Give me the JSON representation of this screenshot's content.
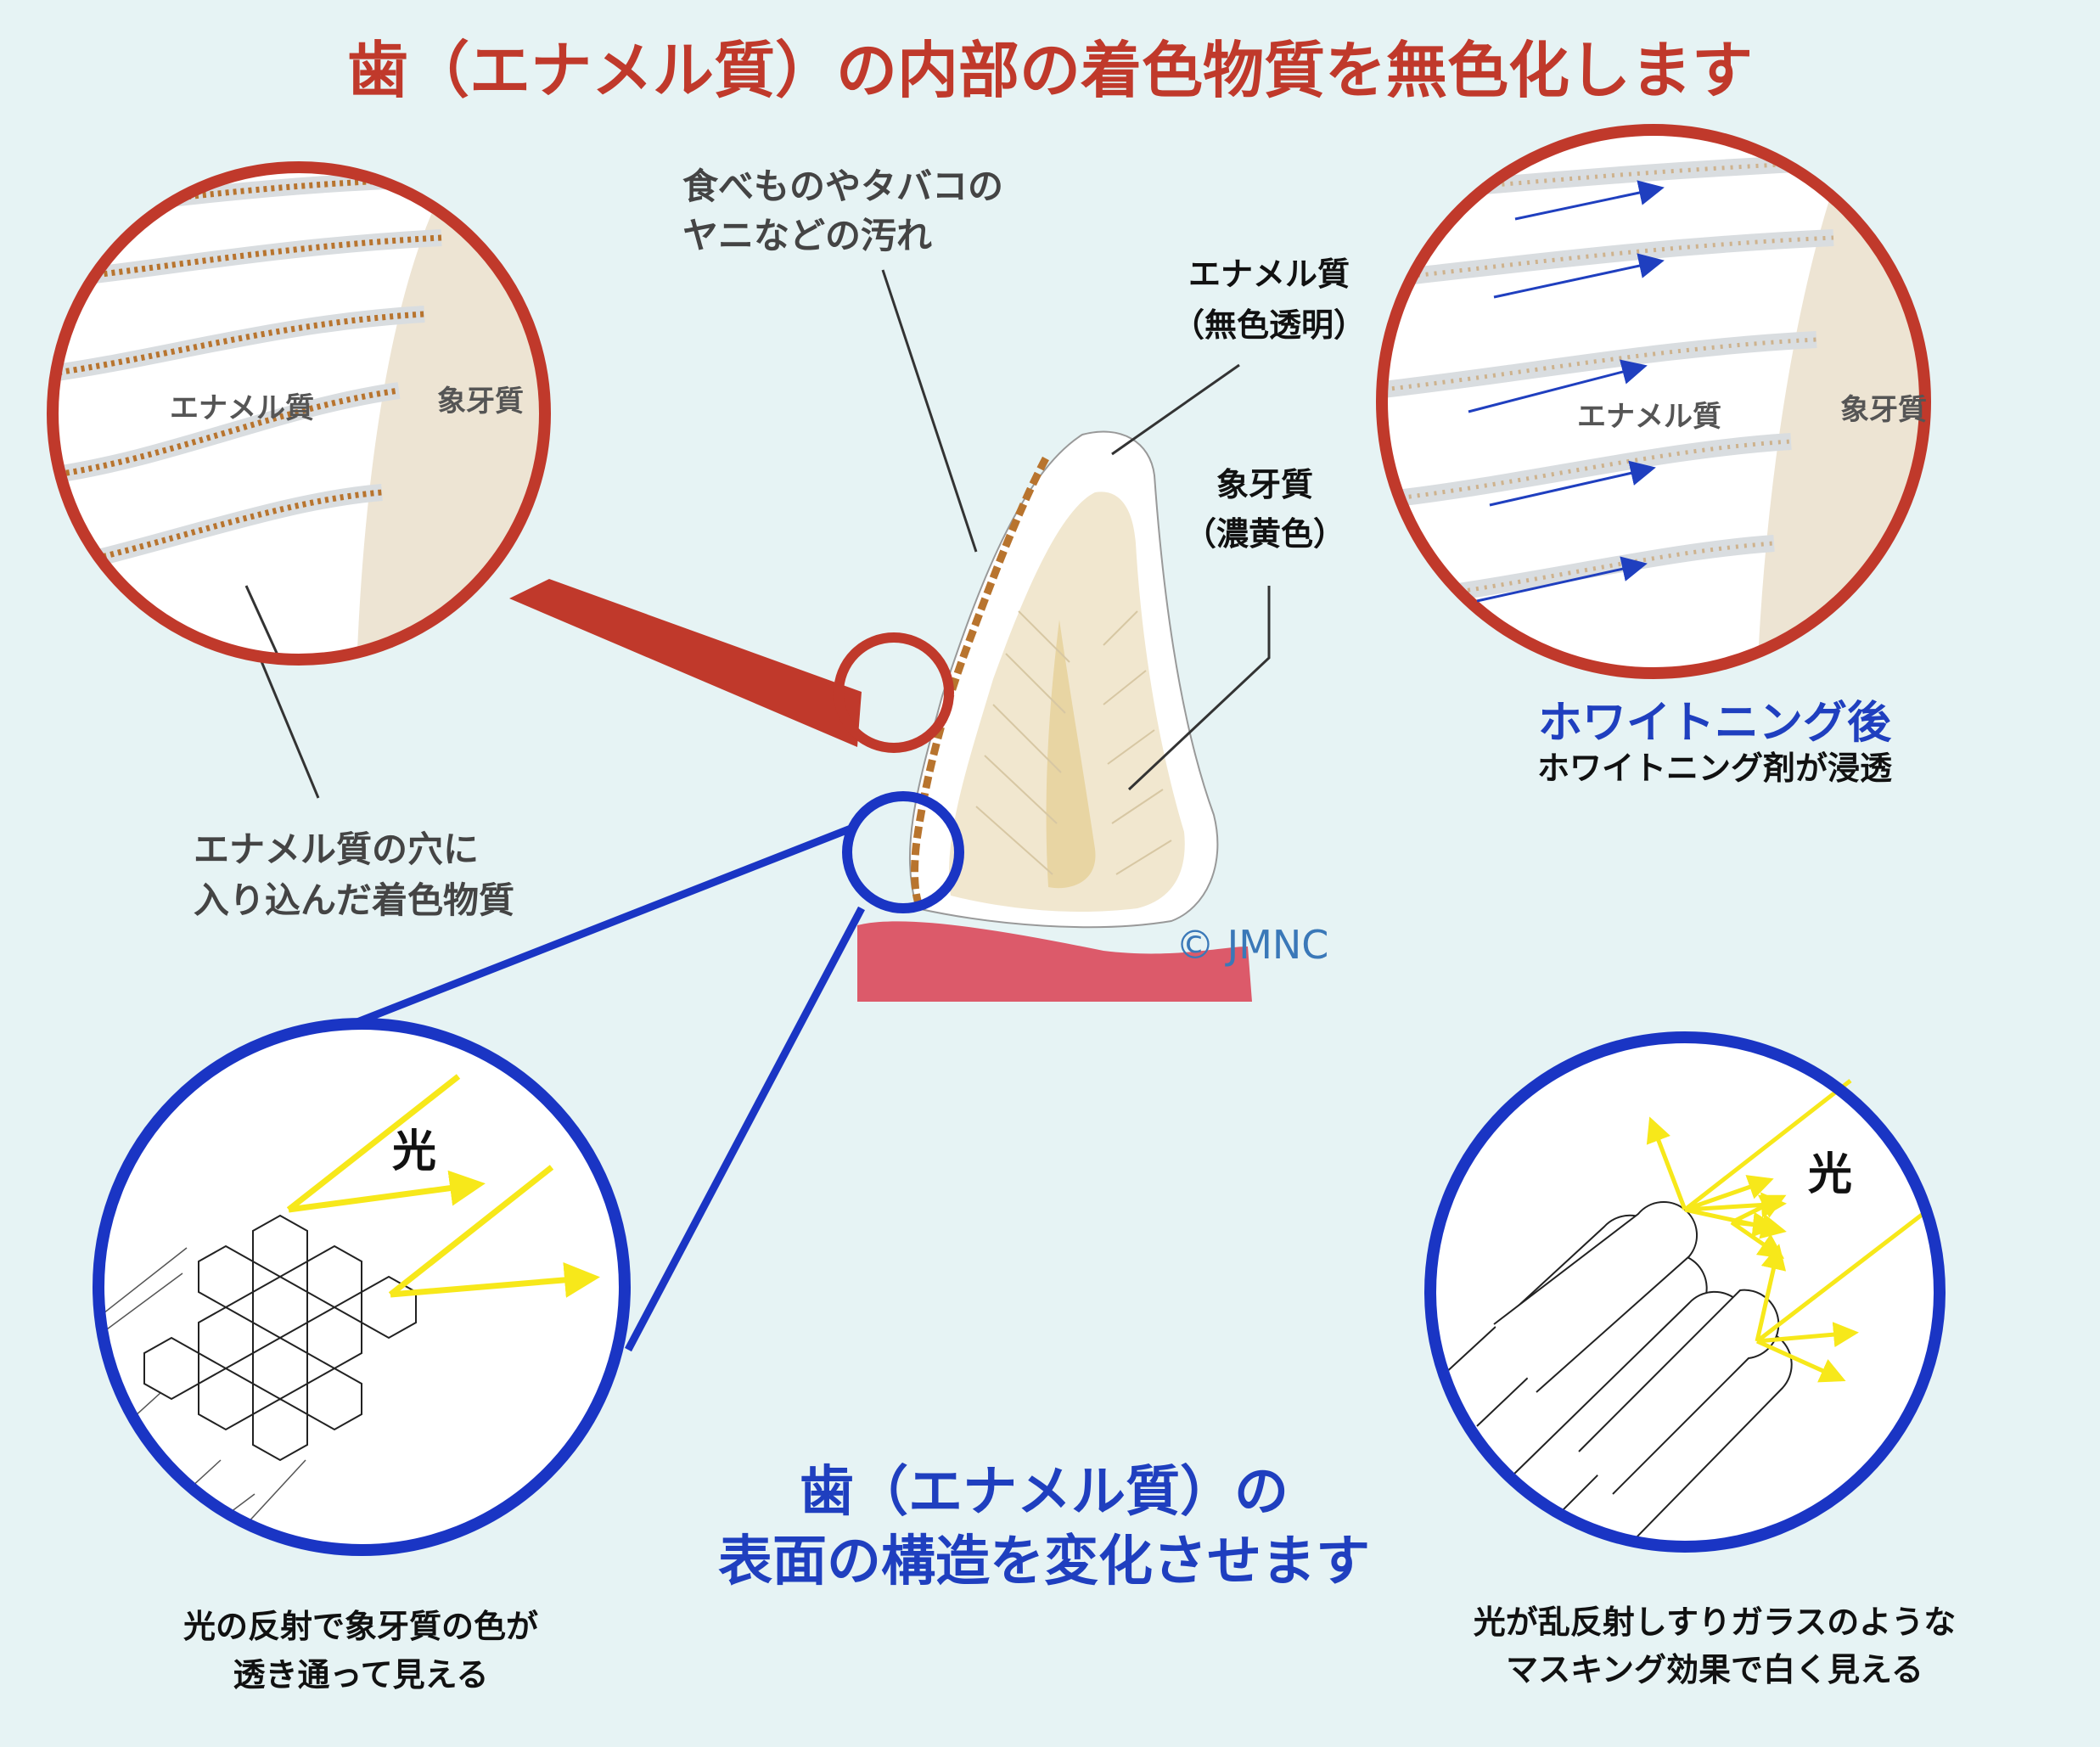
{
  "title": "歯（エナメル質）の内部の着色物質を無色化します",
  "labels": {
    "stain_source_line1": "食べものやタバコの",
    "stain_source_line2": "ヤニなどの汚れ",
    "enamel": "エナメル質",
    "enamel_sub": "（無色透明）",
    "dentin": "象牙質",
    "dentin_sub": "（濃黄色）",
    "stain_inside_line1": "エナメル質の穴に",
    "stain_inside_line2": "入り込んだ着色物質",
    "copyright": "© JMNC",
    "zoom_enamel": "エナメル質",
    "zoom_dentin": "象牙質"
  },
  "after": {
    "heading": "ホワイトニング後",
    "caption": "ホワイトニング剤が浸透",
    "enamel": "エナメル質",
    "dentin": "象牙質"
  },
  "structure": {
    "title_line1": "歯（エナメル質）の",
    "title_line2": "表面の構造を変化させます",
    "light_left": "光",
    "light_right": "光",
    "caption_left_line1": "光の反射で象牙質の色が",
    "caption_left_line2": "透き通って見える",
    "caption_right_line1": "光が乱反射しすりガラスのような",
    "caption_right_line2": "マスキング効果で白く見える"
  },
  "colors": {
    "red": "#c0392b",
    "blue": "#1a35c4",
    "yellow": "#f7e81a",
    "stain": "#b8742e",
    "gum": "#dc5a6a",
    "dentin": "#ede4d3",
    "background": "#e6f3f4"
  }
}
